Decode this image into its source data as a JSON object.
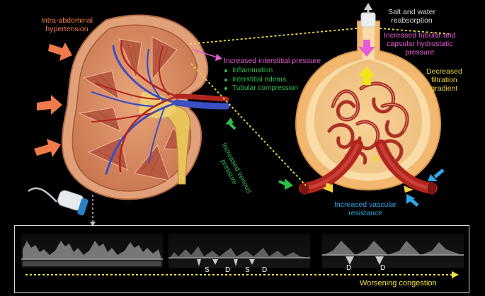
{
  "labels": {
    "intra_abdominal": [
      "Intra-abdominal",
      "hypertension"
    ],
    "salt_water": [
      "Salt and water",
      "reabsorption"
    ],
    "tubular_pressure": [
      "Increased tubular and",
      "capsular hydrostatic",
      "pressure"
    ],
    "interstitial_pressure": "Increased interstitial pressure",
    "interstitial_bullets": [
      "Inflammation",
      "Interstitial edema",
      "Tubular compression"
    ],
    "decreased_filtration": [
      "Decreased",
      "filtration",
      "gradient"
    ],
    "venous_pressure": [
      "Increased venous",
      "pressure"
    ],
    "vascular_resistance": [
      "Increased vascular",
      "resistance"
    ],
    "waveform_1": [
      "S",
      "D",
      "S",
      "D"
    ],
    "waveform_2": [
      "D",
      "D"
    ],
    "worsening": "Worsening congestion"
  },
  "colors": {
    "orange": "#f07a4a",
    "pink": "#e85ad6",
    "green": "#2fbf4a",
    "yellow": "#f2d23a",
    "blue": "#2ea8e6",
    "kidney": "#d98a5a",
    "artery": "#b3241f",
    "vein": "#3b4fc2"
  },
  "icons": [
    "pressure-arrow-icon",
    "ultrasound-probe-icon",
    "kidney-illustration",
    "glomerulus-illustration"
  ]
}
